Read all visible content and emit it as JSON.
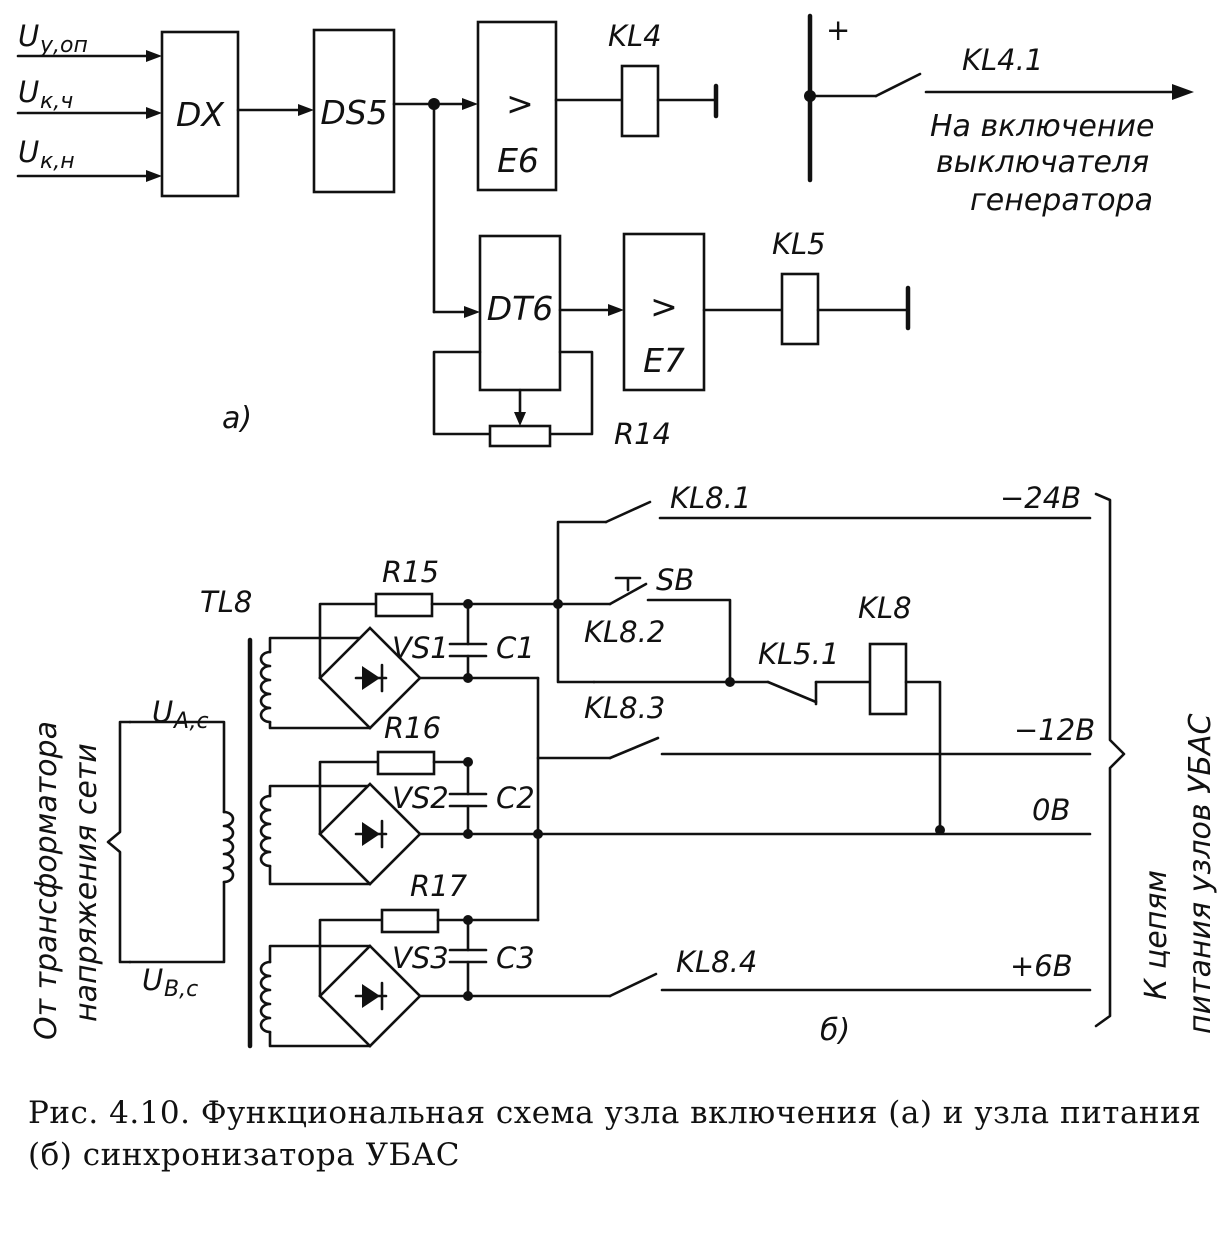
{
  "diagram_a": {
    "inputs": [
      "U",
      "у,оп",
      "U",
      "к,ч",
      "U",
      "к,н"
    ],
    "blocks": {
      "dx": "DX",
      "ds5": "DS5",
      "e6_sym": ">",
      "e6": "E6",
      "dt6": "DT6",
      "e7_sym": ">",
      "e7": "E7"
    },
    "labels": {
      "kl4": "KL4",
      "kl5": "KL5",
      "r14": "R14",
      "plus": "+",
      "kl41": "KL4.1",
      "part": "а)"
    },
    "note": [
      "На включение",
      "выключателя",
      "генератора"
    ]
  },
  "diagram_b": {
    "labels": {
      "tl8": "TL8",
      "r15": "R15",
      "r16": "R16",
      "r17": "R17",
      "vs1": "VS1",
      "vs2": "VS2",
      "vs3": "VS3",
      "c1": "C1",
      "c2": "C2",
      "c3": "C3",
      "kl81": "KL8.1",
      "kl82": "KL8.2",
      "kl83": "KL8.3",
      "kl84": "KL8.4",
      "sb": "SB",
      "kl51": "KL5.1",
      "kl8": "KL8",
      "uac": "U",
      "uac_sub": "A,c",
      "ubc": "U",
      "ubc_sub": "B,c",
      "part": "б)"
    },
    "voltages": [
      "−24В",
      "−12В",
      "0В",
      "+6В"
    ],
    "left_note": [
      "От трансформатора",
      "напряжения сети"
    ],
    "right_note": [
      "К цепям",
      "питания узлов УБАС"
    ]
  },
  "caption": "Рис. 4.10. Функциональная схема узла включения (а) и узла питания (б) синхронизатора УБАС"
}
